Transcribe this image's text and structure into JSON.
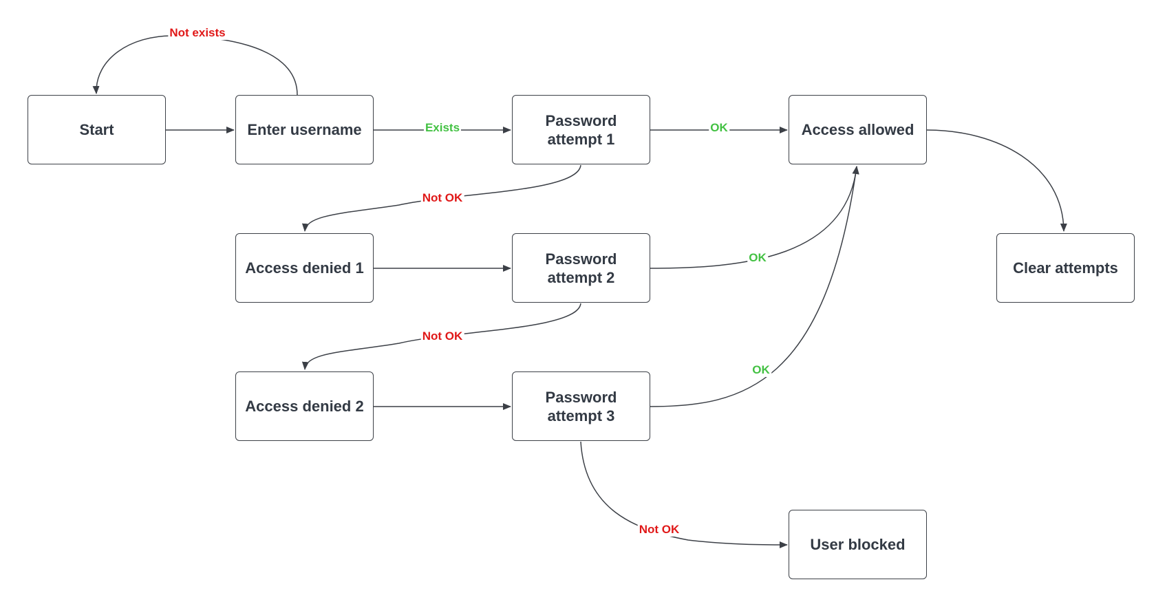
{
  "colors": {
    "stroke": "#3b3f46",
    "node_text": "#333a44",
    "positive": "#43c143",
    "negative": "#e01818"
  },
  "nodes": {
    "start": {
      "label": "Start"
    },
    "enter_username": {
      "label": "Enter username"
    },
    "password_attempt_1": {
      "label": "Password\nattempt 1"
    },
    "access_allowed": {
      "label": "Access allowed"
    },
    "access_denied_1": {
      "label": "Access denied 1"
    },
    "password_attempt_2": {
      "label": "Password\nattempt 2"
    },
    "clear_attempts": {
      "label": "Clear attempts"
    },
    "access_denied_2": {
      "label": "Access denied 2"
    },
    "password_attempt_3": {
      "label": "Password\nattempt 3"
    },
    "user_blocked": {
      "label": "User blocked"
    }
  },
  "edges": [
    {
      "id": "username_not_exists",
      "from": "enter_username",
      "to": "start",
      "label": "Not exists",
      "tone": "negative"
    },
    {
      "id": "start_to_username",
      "from": "start",
      "to": "enter_username",
      "label": "",
      "tone": ""
    },
    {
      "id": "username_exists",
      "from": "enter_username",
      "to": "password_attempt_1",
      "label": "Exists",
      "tone": "positive"
    },
    {
      "id": "attempt1_ok",
      "from": "password_attempt_1",
      "to": "access_allowed",
      "label": "OK",
      "tone": "positive"
    },
    {
      "id": "allowed_to_clear",
      "from": "access_allowed",
      "to": "clear_attempts",
      "label": "",
      "tone": ""
    },
    {
      "id": "attempt1_not_ok",
      "from": "password_attempt_1",
      "to": "access_denied_1",
      "label": "Not OK",
      "tone": "negative"
    },
    {
      "id": "denied1_to_attempt2",
      "from": "access_denied_1",
      "to": "password_attempt_2",
      "label": "",
      "tone": ""
    },
    {
      "id": "attempt2_ok",
      "from": "password_attempt_2",
      "to": "access_allowed",
      "label": "OK",
      "tone": "positive"
    },
    {
      "id": "attempt2_not_ok",
      "from": "password_attempt_2",
      "to": "access_denied_2",
      "label": "Not OK",
      "tone": "negative"
    },
    {
      "id": "denied2_to_attempt3",
      "from": "access_denied_2",
      "to": "password_attempt_3",
      "label": "",
      "tone": ""
    },
    {
      "id": "attempt3_ok",
      "from": "password_attempt_3",
      "to": "access_allowed",
      "label": "OK",
      "tone": "positive"
    },
    {
      "id": "attempt3_not_ok",
      "from": "password_attempt_3",
      "to": "user_blocked",
      "label": "Not OK",
      "tone": "negative"
    }
  ]
}
